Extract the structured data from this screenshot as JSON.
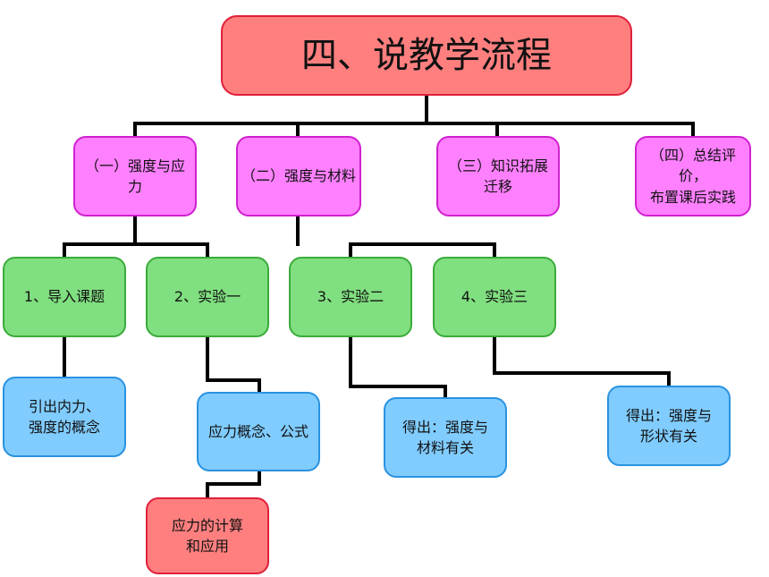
{
  "title": "四、说教学流程",
  "sections": [
    {
      "label": "（一）强度与应力"
    },
    {
      "label": "（二）强度与材料"
    },
    {
      "label": "（三）知识拓展迁移"
    },
    {
      "label": "（四）总结评价，\n布置课后实践"
    }
  ],
  "steps": [
    {
      "label": "1、导入课题"
    },
    {
      "label": "2、实验一"
    },
    {
      "label": "3、实验二"
    },
    {
      "label": "4、实验三"
    }
  ],
  "results": [
    {
      "label": "引出内力、\n强度的概念"
    },
    {
      "label": "应力概念、公式"
    },
    {
      "label": "得出：强度与\n材料有关"
    },
    {
      "label": "得出：强度与\n形状有关"
    }
  ],
  "final": {
    "label": "应力的计算\n和应用"
  },
  "colors": {
    "title_fill": "#ff7f7f",
    "section_fill": "#ff80ff",
    "step_fill": "#80df80",
    "result_fill": "#80ccff",
    "final_fill": "#ff7f7f",
    "connector": "#000000"
  }
}
